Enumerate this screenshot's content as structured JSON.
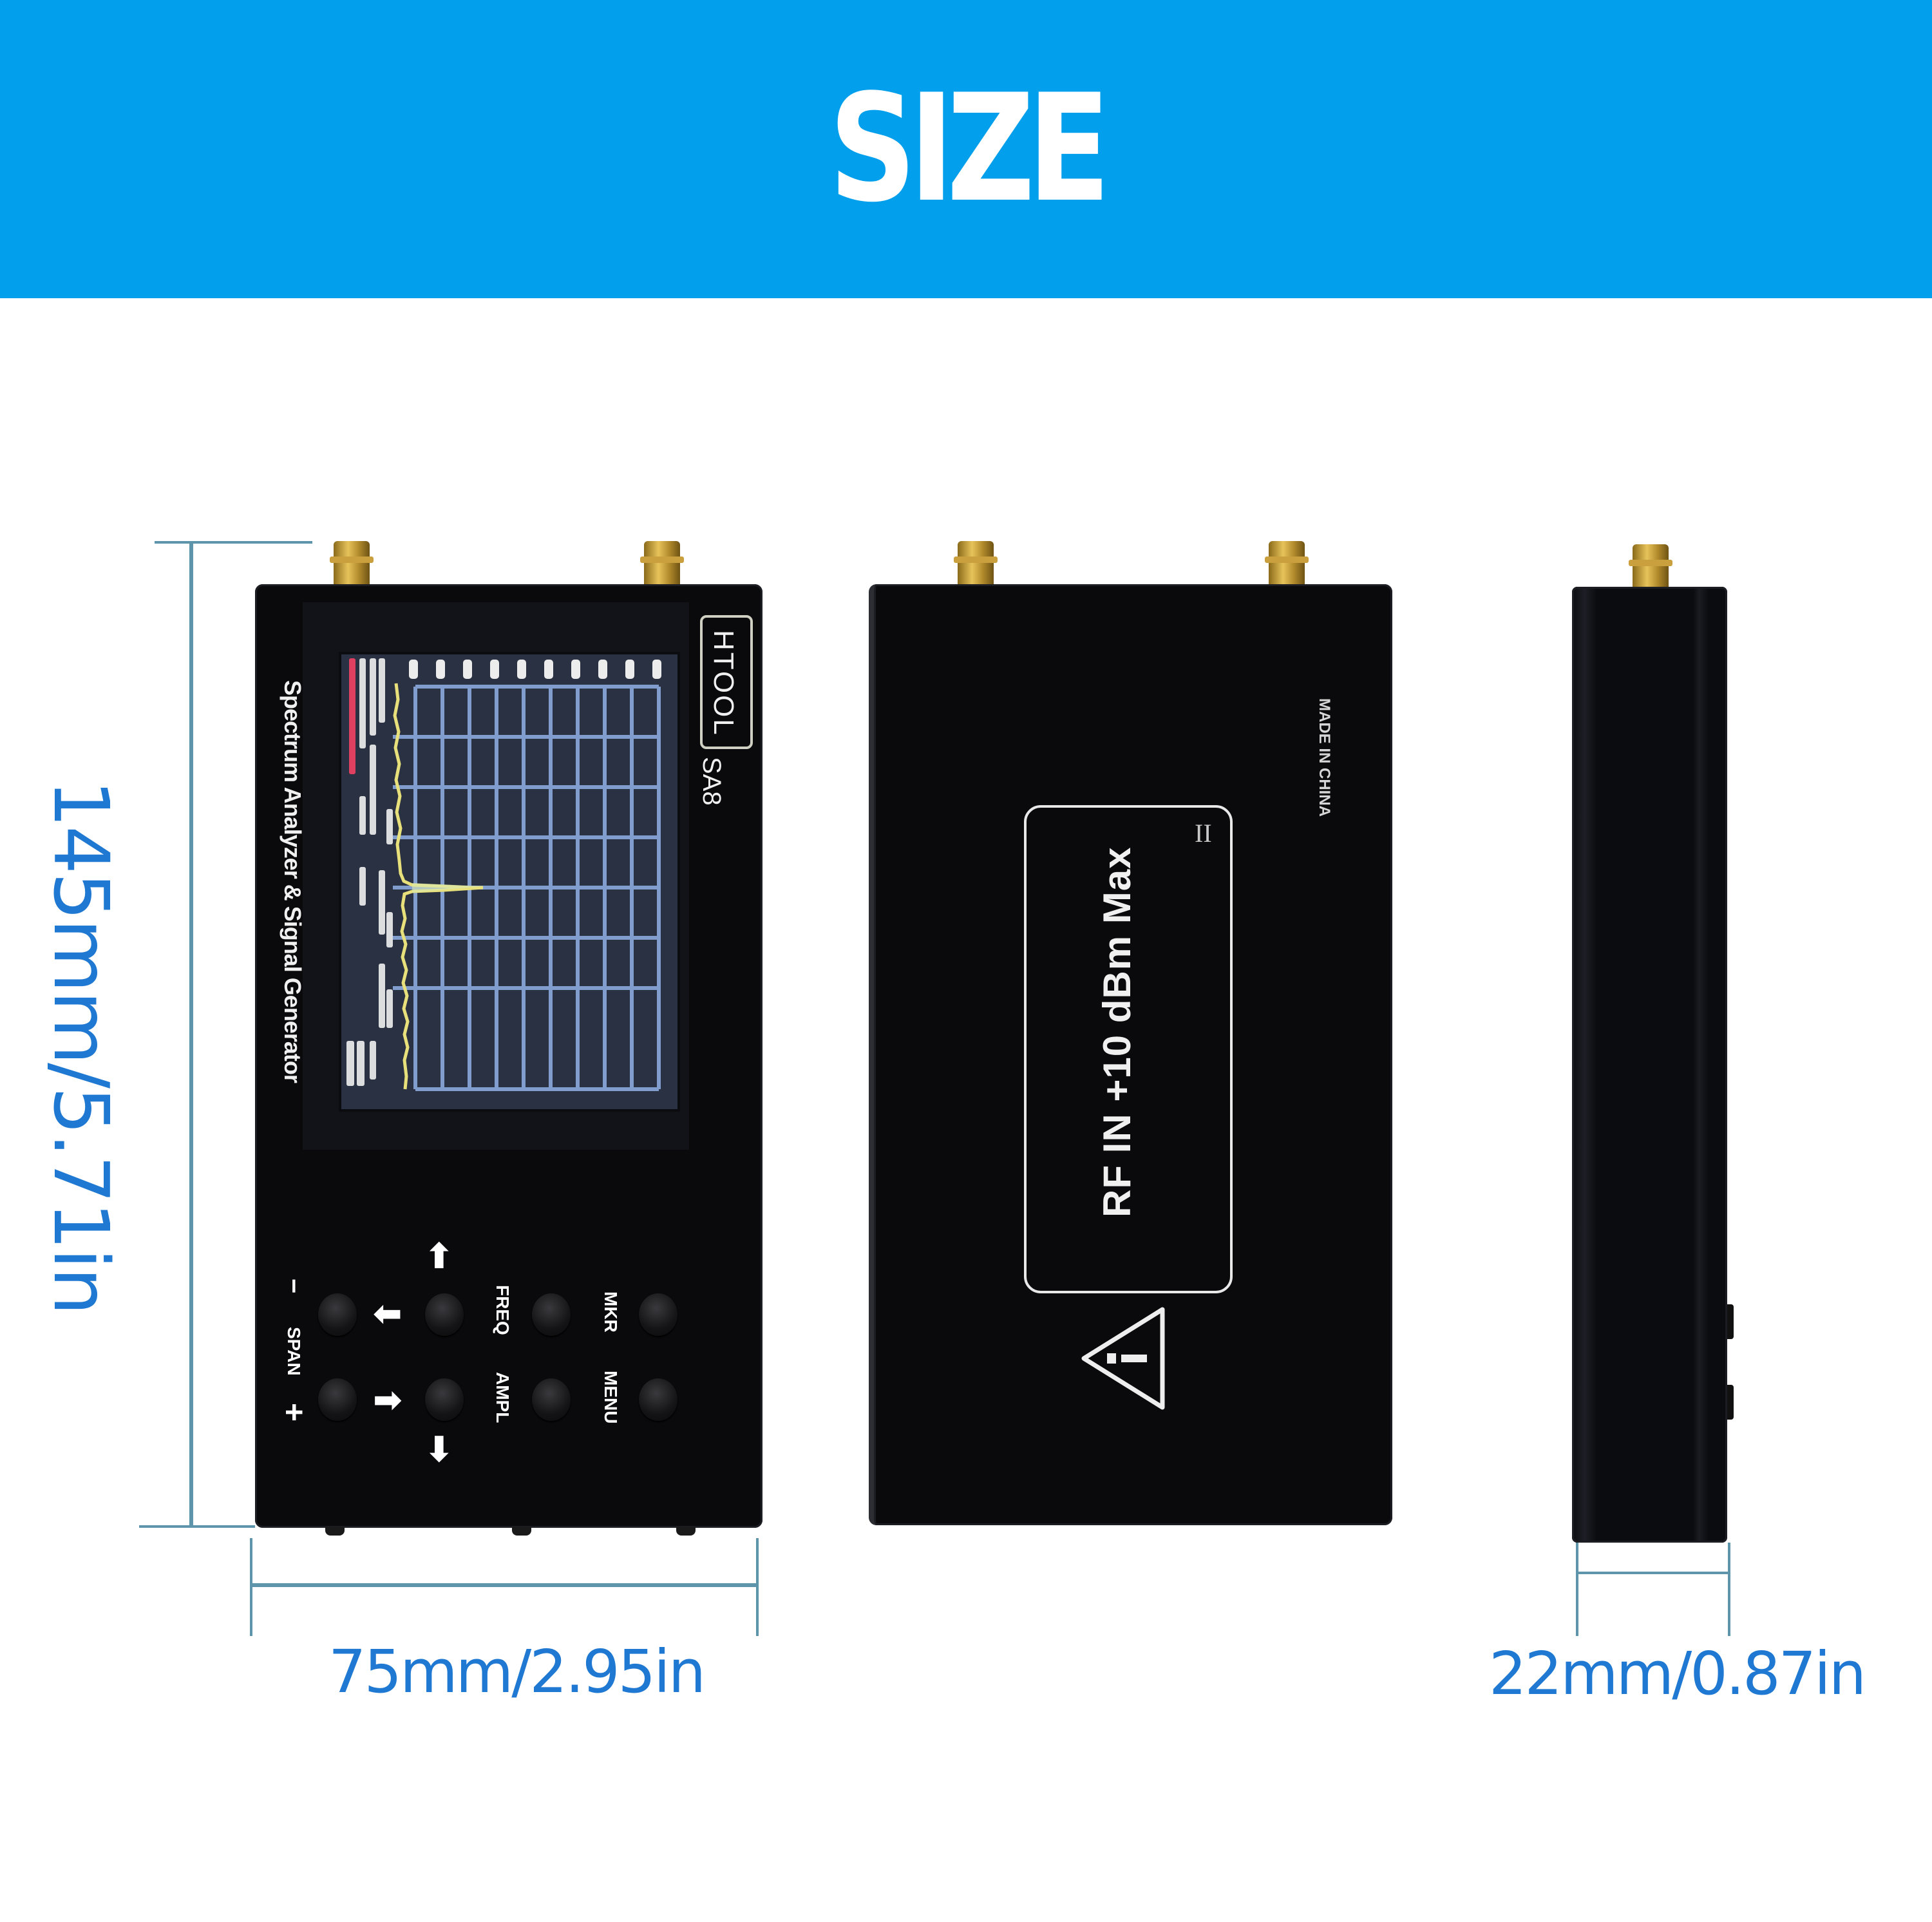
{
  "banner": {
    "title": "SIZE",
    "background_color": "#029fec",
    "text_color": "#ffffff"
  },
  "dimensions": {
    "height": "145mm/5.71in",
    "width": "75mm/2.95in",
    "depth": "22mm/0.87in",
    "text_color": "#1f78d1",
    "line_color": "#5f95ab"
  },
  "front_view": {
    "brand": "HTOOL",
    "model": "SA8",
    "product_name": "Spectrum Analyzer & Signal Generator",
    "screen": {
      "grid_color": "#8fb0e6",
      "trace_color": "#e8e07a",
      "header_text_color": "#e04060"
    },
    "keys": {
      "span_label": "SPAN",
      "minus_label": "−",
      "plus_label": "+",
      "freq_label": "FREQ",
      "ampl_label": "AMPL",
      "mkr_label": "MKR",
      "menu_label": "MENU",
      "up_arrow": "⬆",
      "down_arrow": "⬇",
      "left_arrow": "⬅",
      "right_arrow": "➡"
    }
  },
  "back_view": {
    "rf_label": "RF IN +10 dBm Max",
    "roman_numeral": "II",
    "origin_label": "MADE IN CHINA",
    "warning_icon": "warning-triangle"
  },
  "side_view": {}
}
